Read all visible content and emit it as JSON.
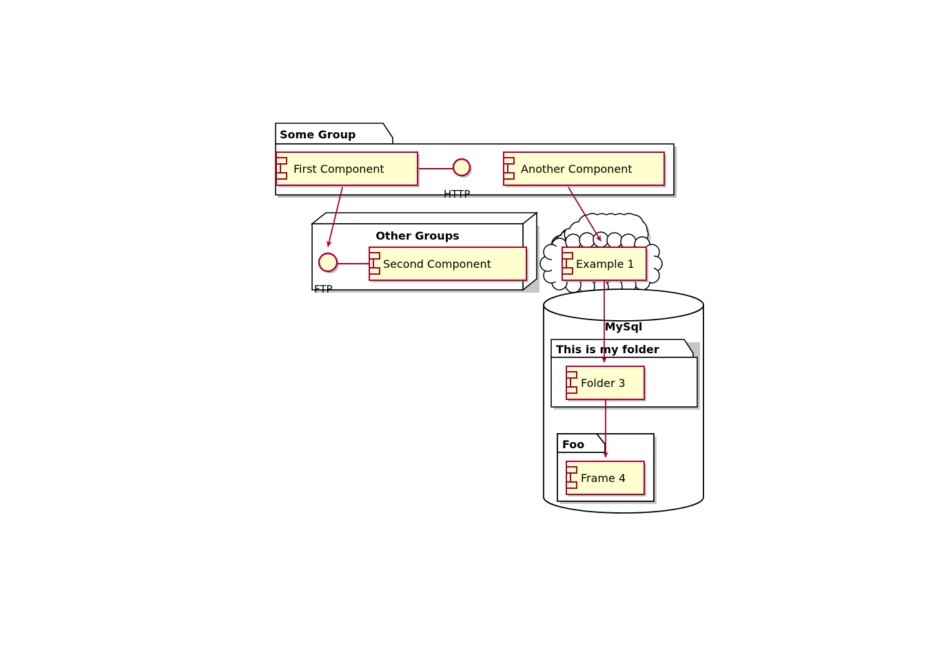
{
  "diagram": {
    "type": "uml-component-diagram",
    "title": "",
    "background": "#FFFFFF"
  },
  "colors": {
    "component_fill": "#FEFECE",
    "component_border": "#A80036",
    "container_fill": "#FFFFFF",
    "container_border": "#000000",
    "arrow": "#A80036",
    "text": "#000000",
    "shadow": "#808080"
  },
  "groups": {
    "some_group": {
      "label": "Some Group",
      "shape": "package-folder"
    },
    "other_groups": {
      "label": "Other Groups",
      "shape": "node-3d"
    },
    "example_cloud": {
      "label": "",
      "shape": "cloud"
    },
    "mysql": {
      "label": "MySql",
      "shape": "database-cylinder"
    },
    "my_folder": {
      "label": "This is my folder",
      "shape": "folder"
    },
    "foo": {
      "label": "Foo",
      "shape": "frame"
    }
  },
  "components": [
    {
      "id": "first-component",
      "label": "First Component"
    },
    {
      "id": "another-component",
      "label": "Another Component"
    },
    {
      "id": "second-component",
      "label": "Second Component"
    },
    {
      "id": "example-1",
      "label": "Example 1"
    },
    {
      "id": "folder-3",
      "label": "Folder 3"
    },
    {
      "id": "frame-4",
      "label": "Frame 4"
    }
  ],
  "interfaces": [
    {
      "id": "http",
      "label": "HTTP"
    },
    {
      "id": "ftp",
      "label": "FTP"
    }
  ],
  "connections": [
    {
      "from": "first-component",
      "to": "http",
      "style": "line"
    },
    {
      "from": "http",
      "to": "another-component",
      "style": "line"
    },
    {
      "from": "first-component",
      "to": "ftp",
      "style": "arrow"
    },
    {
      "from": "ftp",
      "to": "second-component",
      "style": "line"
    },
    {
      "from": "another-component",
      "to": "example-1",
      "style": "arrow"
    },
    {
      "from": "example-1",
      "to": "folder-3",
      "style": "arrow"
    },
    {
      "from": "folder-3",
      "to": "frame-4",
      "style": "arrow"
    }
  ]
}
